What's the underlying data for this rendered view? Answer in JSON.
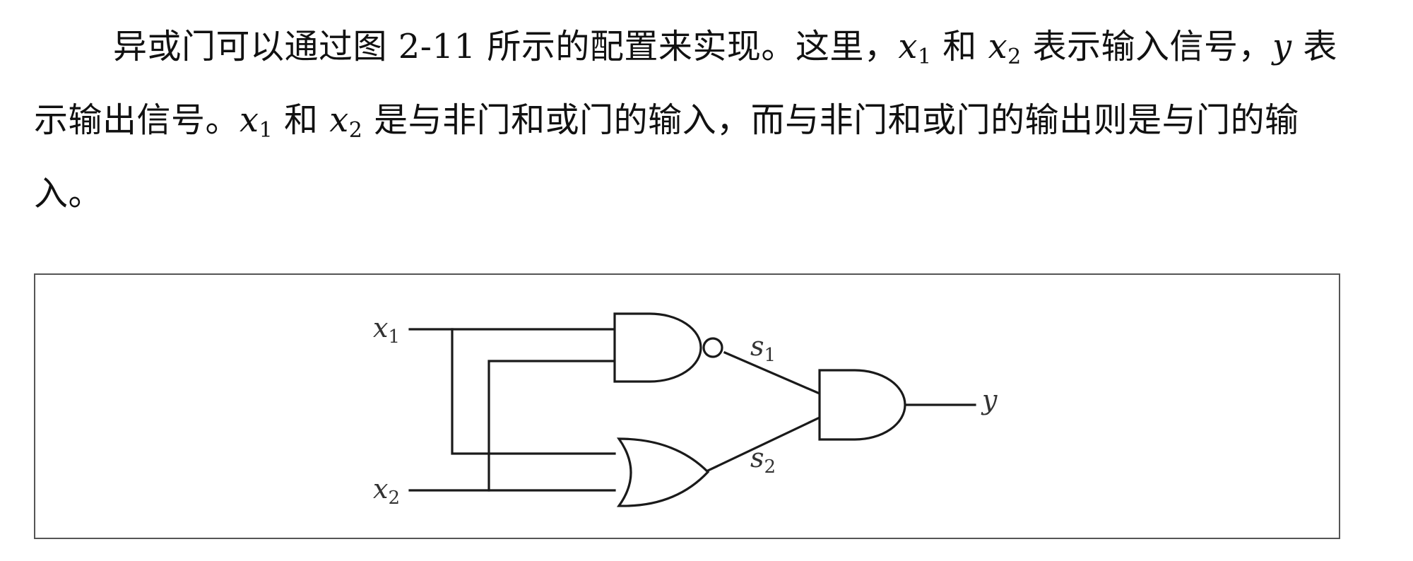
{
  "paragraph": {
    "line1_a": "异或门可以通过图 2-11 所示的配置来实现。这里，",
    "x1_base": "x",
    "x1_sub": "1",
    "line1_b": " 和 ",
    "x2_base": "x",
    "x2_sub": "2",
    "line1_c": " 表示输入信号，",
    "y_var": "y",
    "line2_a": " 表示输出信号。",
    "line2_b": " 和 ",
    "line2_c": " 是与非门和或门的输入，而与非门和或门的输出则是与门的输入。"
  },
  "figure": {
    "input1_label": "x",
    "input1_sub": "1",
    "input2_label": "x",
    "input2_sub": "2",
    "s1_label": "s",
    "s1_sub": "1",
    "s2_label": "s",
    "s2_sub": "2",
    "output_label": "y",
    "gates": [
      "NAND",
      "OR",
      "AND"
    ]
  }
}
